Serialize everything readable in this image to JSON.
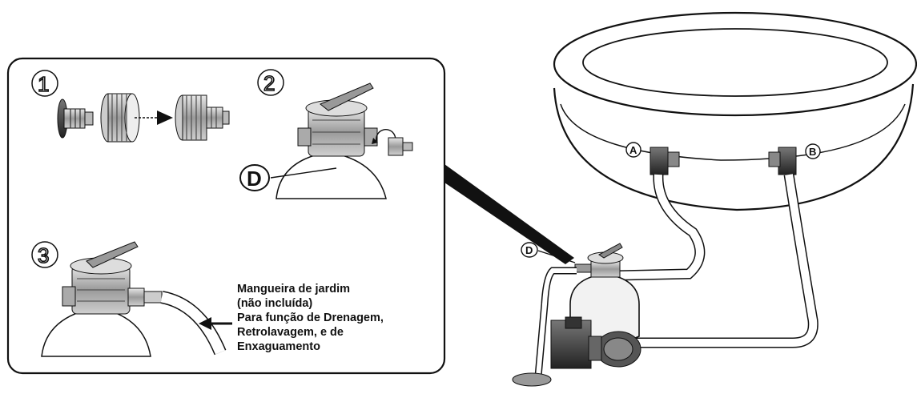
{
  "inset": {
    "steps": [
      {
        "number": "1"
      },
      {
        "number": "2",
        "marker": "D"
      },
      {
        "number": "3"
      }
    ],
    "callout_lines": [
      "Mangueira de jardim",
      "(não incluída)",
      "Para função de Drenagem,",
      "Retrolavagem, e de",
      "Enxaguamento"
    ]
  },
  "pool": {
    "connectors": [
      {
        "label": "A"
      },
      {
        "label": "B"
      }
    ],
    "valve_marker": "D"
  }
}
